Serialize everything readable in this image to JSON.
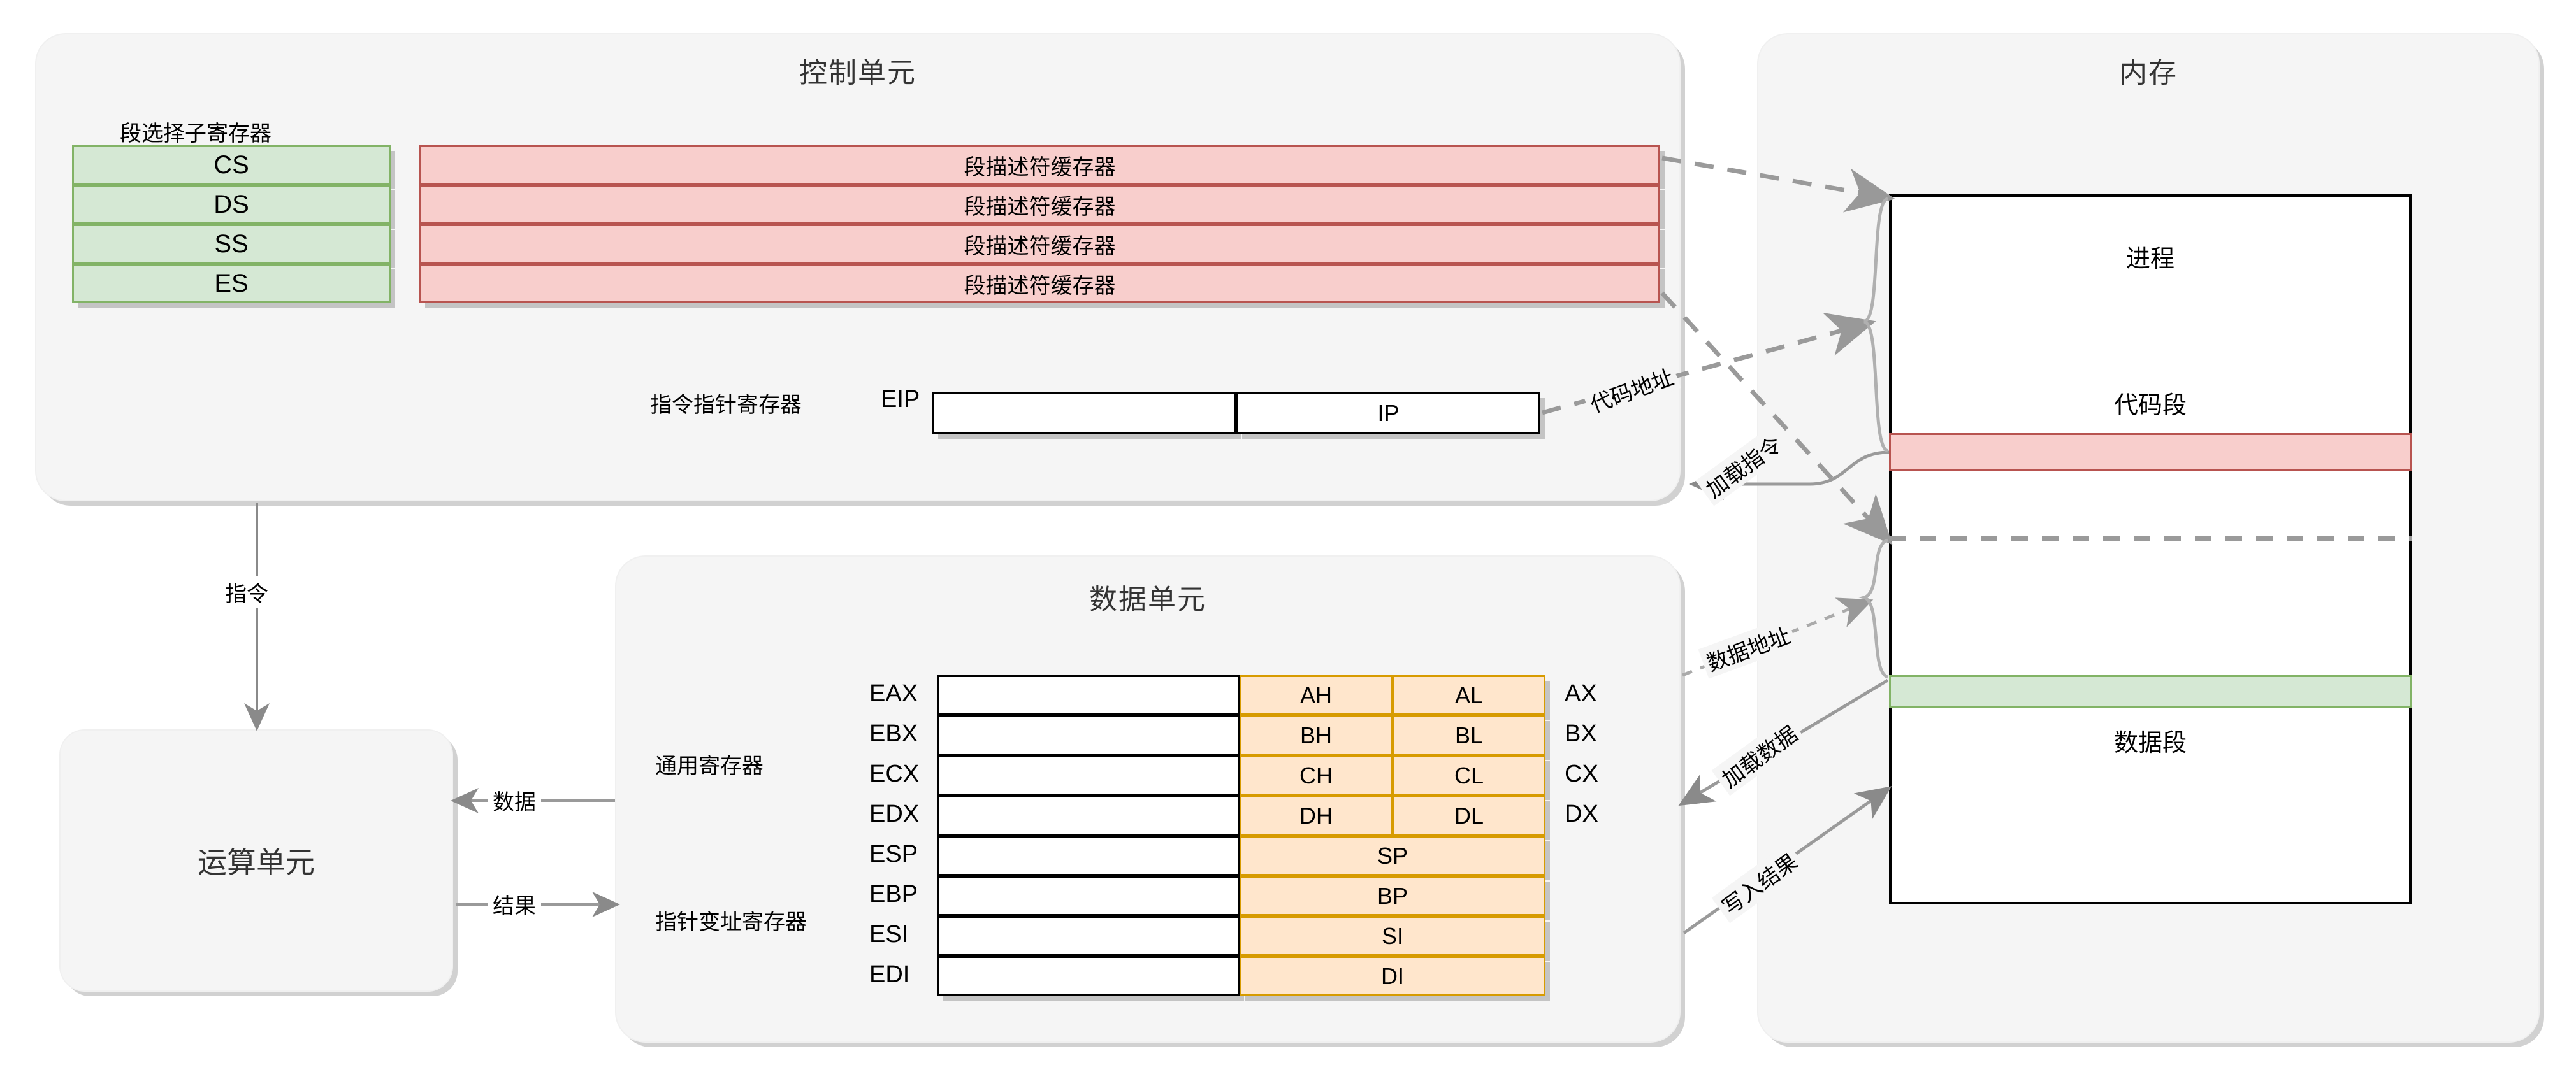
{
  "control_unit": {
    "title": "控制单元",
    "segment_selector_label": "段选择子寄存器",
    "segment_selectors": [
      "CS",
      "DS",
      "SS",
      "ES"
    ],
    "descriptor_cache_rows": [
      "段描述符缓存器",
      "段描述符缓存器",
      "段描述符缓存器",
      "段描述符缓存器"
    ],
    "ip_label": "指令指针寄存器",
    "ip_register_name": "EIP",
    "ip_sub_name": "IP"
  },
  "alu": {
    "title": "运算单元"
  },
  "data_unit": {
    "title": "数据单元",
    "general_registers_label": "通用寄存器",
    "pointer_registers_label": "指针变址寄存器",
    "rows": [
      {
        "ext": "EAX",
        "high": "AH",
        "low": "AL",
        "word": "AX",
        "split": true
      },
      {
        "ext": "EBX",
        "high": "BH",
        "low": "BL",
        "word": "BX",
        "split": true
      },
      {
        "ext": "ECX",
        "high": "CH",
        "low": "CL",
        "word": "CX",
        "split": true
      },
      {
        "ext": "EDX",
        "high": "DH",
        "low": "DL",
        "word": "DX",
        "split": true
      },
      {
        "ext": "ESP",
        "word16": "SP",
        "split": false
      },
      {
        "ext": "EBP",
        "word16": "BP",
        "split": false
      },
      {
        "ext": "ESI",
        "word16": "SI",
        "split": false
      },
      {
        "ext": "EDI",
        "word16": "DI",
        "split": false
      }
    ]
  },
  "memory": {
    "title": "内存",
    "process_label": "进程",
    "code_segment_label": "代码段",
    "data_segment_label": "数据段"
  },
  "edges": {
    "instruction": "指令",
    "data": "数据",
    "result": "结果",
    "code_address": "代码地址",
    "load_instruction": "加载指令",
    "data_address": "数据地址",
    "load_data": "加载数据",
    "write_result": "写入结果"
  },
  "colors": {
    "panel_bg": "#f5f5f5",
    "green_fill": "#d5e8d4",
    "green_stroke": "#82b366",
    "red_fill": "#f8cecc",
    "red_stroke": "#b85450",
    "orange_fill": "#ffe6cc",
    "orange_stroke": "#d79b00",
    "edge_stroke": "#999999",
    "text": "#000000"
  }
}
